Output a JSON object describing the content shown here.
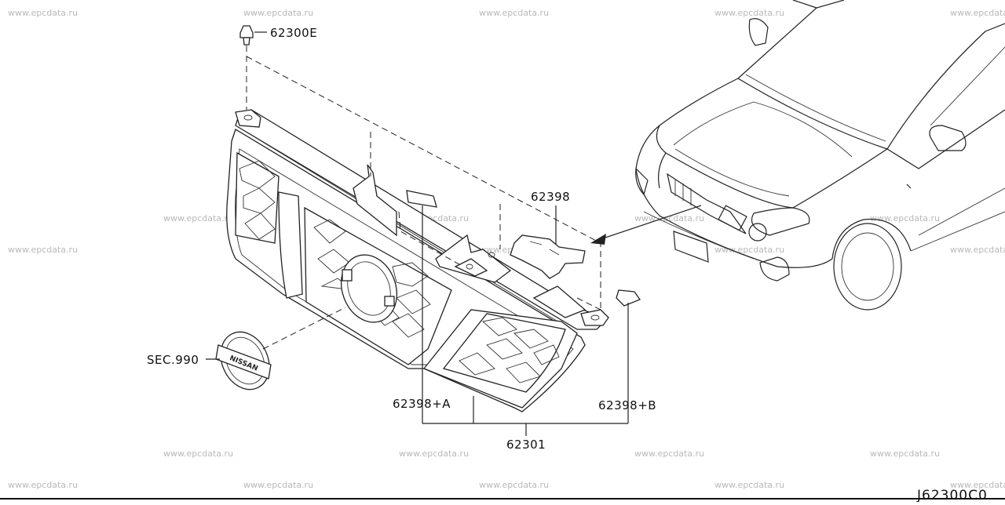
{
  "watermark": "www.epcdata.ru",
  "diagram_code": "J62300C0",
  "labels": {
    "clip": "62300E",
    "bracket": "62398",
    "emblem_ref": "SEC.990",
    "seal_a": "62398+A",
    "seal_b": "62398+B",
    "grille_assy": "62301"
  },
  "emblem_text": "NISSAN"
}
